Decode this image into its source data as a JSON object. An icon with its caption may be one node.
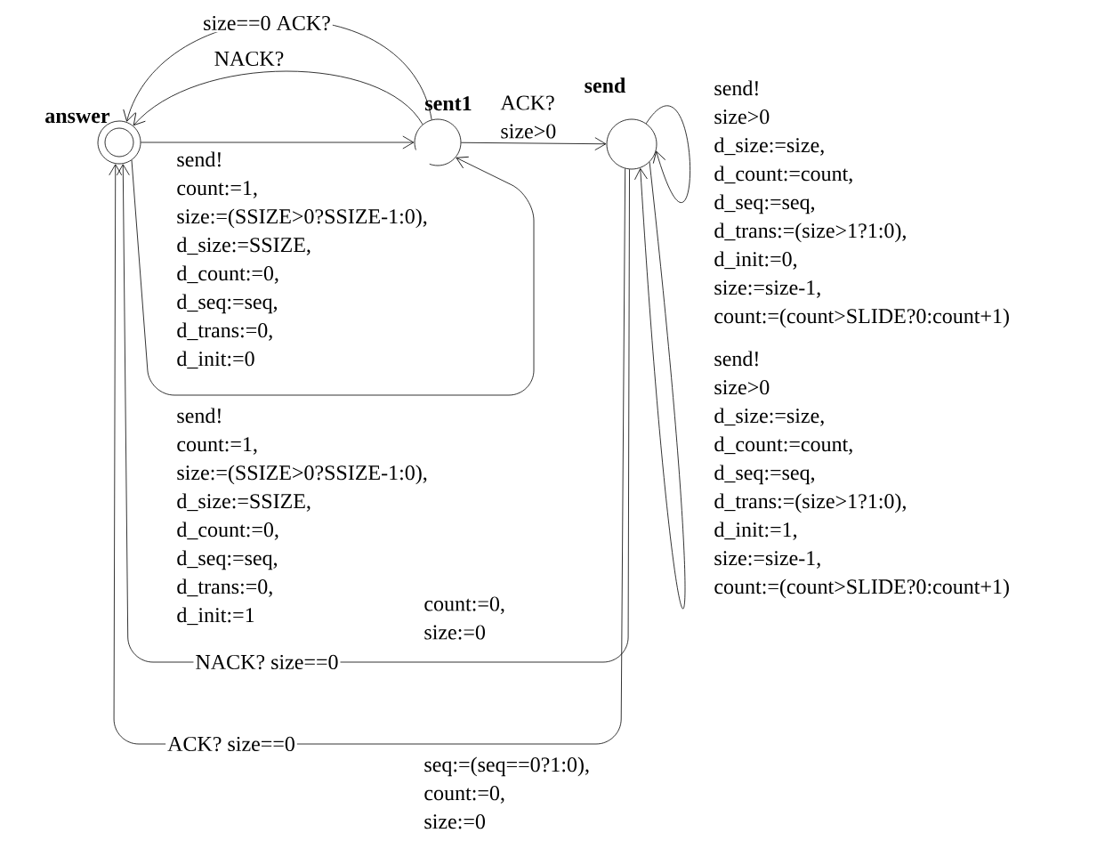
{
  "diagram": {
    "nodes": [
      {
        "text": [
          "answer"
        ]
      },
      {
        "text": [
          "sent1"
        ]
      },
      {
        "text": [
          "send"
        ]
      }
    ],
    "edges": [
      {
        "from": 0,
        "to": 1,
        "arrow": "to",
        "label": "send! count:=1, size:=(SSIZE>0?SSIZE-1:0), d_size:=SSIZE, d_count:=0, d_seq:=seq, d_trans:=0, d_init:=0"
      },
      {
        "from": 1,
        "to": 0,
        "arrow": "to",
        "label": "NACK?"
      },
      {
        "from": 1,
        "to": 0,
        "arrow": "to",
        "label": "size==0 ACK?"
      },
      {
        "from": 0,
        "to": 1,
        "arrow": "to",
        "label": "send! count:=1, size:=(SSIZE>0?SSIZE-1:0), d_size:=SSIZE, d_count:=0, d_seq:=seq, d_trans:=0, d_init:=1"
      },
      {
        "from": 1,
        "to": 2,
        "arrow": "to",
        "label": "ACK? size>0"
      },
      {
        "from": 2,
        "to": 2,
        "arrow": "to",
        "label": "send! size>0 d_size:=size, d_count:=count, d_seq:=seq, d_trans:=(size>1?1:0), d_init:=0, size:=size-1, count:=(count>SLIDE?0:count+1)"
      },
      {
        "from": 2,
        "to": 2,
        "arrow": "to",
        "label": "send! size>0 d_size:=size, d_count:=count, d_seq:=seq, d_trans:=(size>1?1:0), d_init:=1, size:=size-1, count:=(count>SLIDE?0:count+1)"
      },
      {
        "from": 2,
        "to": 0,
        "arrow": "to",
        "label": "NACK? size==0"
      },
      {
        "from": 2,
        "to": 0,
        "arrow": "to",
        "label": "ACK? size==0"
      }
    ],
    "labels": [
      "count:=0, size:=0",
      "seq:=(seq==0?1:0), count:=0, size:=0"
    ]
  }
}
